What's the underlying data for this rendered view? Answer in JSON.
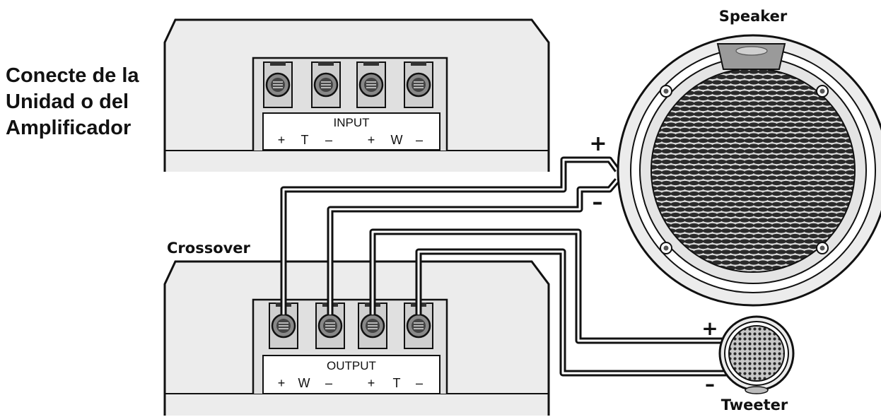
{
  "source_label": {
    "line1": "Conecte de la",
    "line2": "Unidad o del",
    "line3": "Amplificador"
  },
  "input_panel": {
    "title": "INPUT",
    "terminals": [
      "+",
      "T",
      "–",
      "+",
      "W",
      "–"
    ]
  },
  "crossover": {
    "label": "Crossover",
    "panel_title": "OUTPUT",
    "terminals": [
      "+",
      "W",
      "–",
      "+",
      "T",
      "–"
    ]
  },
  "speaker": {
    "label": "Speaker",
    "plus": "+",
    "minus": "–"
  },
  "tweeter": {
    "label": "Tweeter",
    "plus": "+",
    "minus": "–"
  },
  "colors": {
    "outline": "#111111",
    "body_fill": "#ececec",
    "strip_fill": "#ffffff",
    "terminal_fill": "#8a8a8a",
    "grille_fill": "#d6d6d6",
    "wire": "#111111"
  }
}
